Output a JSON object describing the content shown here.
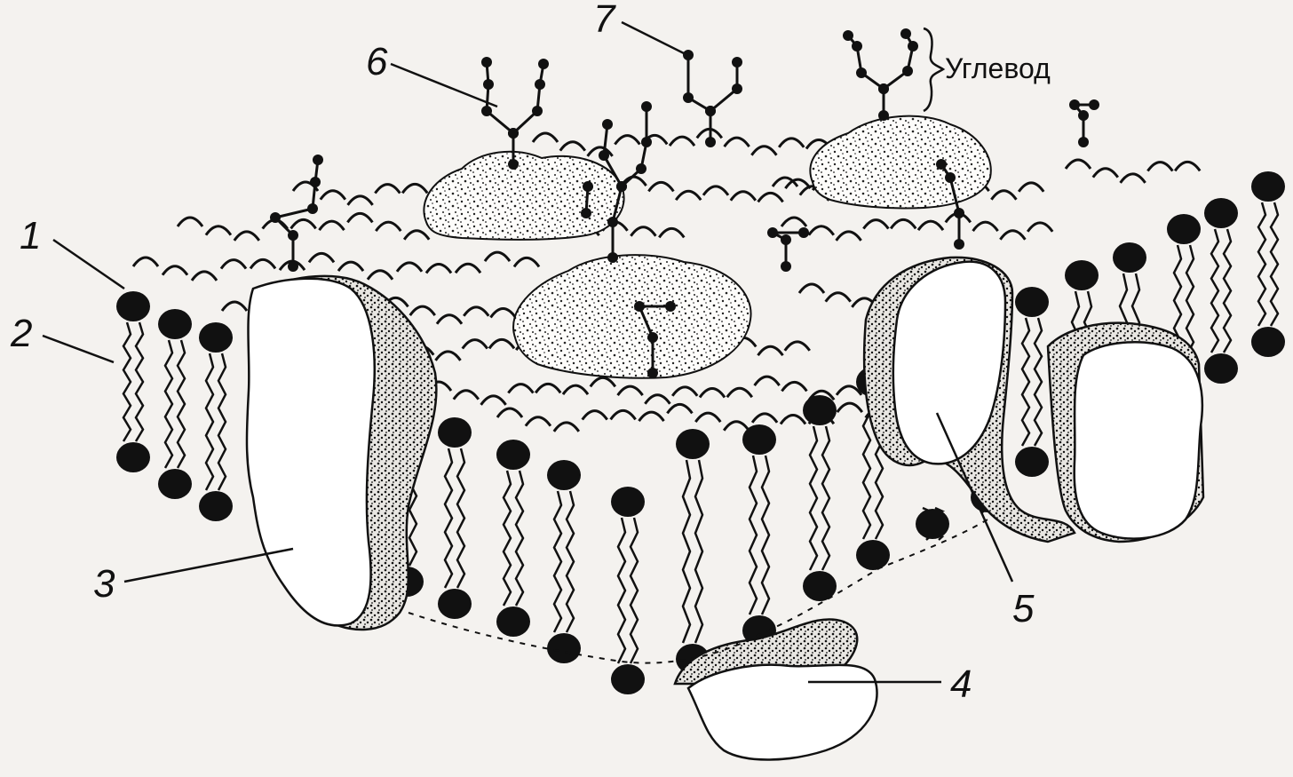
{
  "labels": {
    "l1": "1",
    "l2": "2",
    "l3": "3",
    "l4": "4",
    "l5": "5",
    "l6": "6",
    "l7": "7",
    "carb": "Углевод"
  },
  "colors": {
    "ink": "#111111",
    "paper": "#f4f2ef",
    "protein_white": "#ffffff"
  },
  "icons": {
    "lipid_head": "filled-circle",
    "lipid_tail": "wavy-line",
    "outer_head_arc": "arc",
    "oligosaccharide": "branched-chain"
  }
}
